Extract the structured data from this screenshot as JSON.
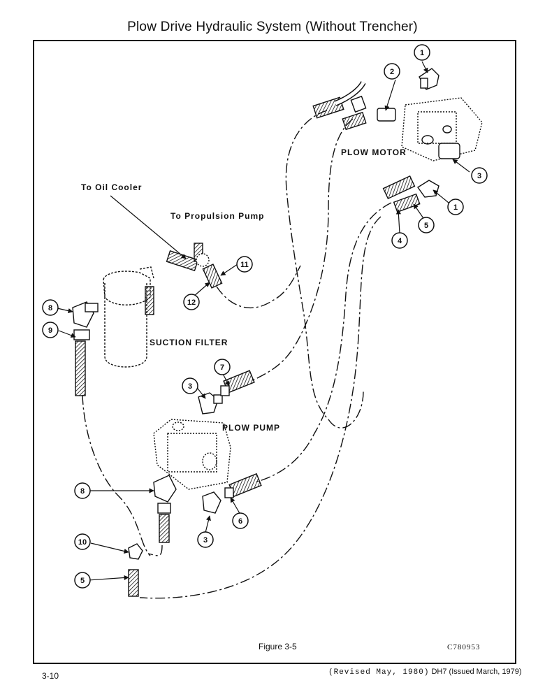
{
  "title": "Plow Drive Hydraulic System (Without Trencher)",
  "labels": {
    "plow_motor": "PLOW MOTOR",
    "to_oil_cooler": "To Oil Cooler",
    "to_propulsion_pump": "To Propulsion Pump",
    "suction_filter": "SUCTION FILTER",
    "plow_pump": "PLOW PUMP"
  },
  "callouts": [
    "1",
    "2",
    "3",
    "1",
    "5",
    "4",
    "11",
    "12",
    "8",
    "9",
    "7",
    "3",
    "8",
    "6",
    "3",
    "10",
    "5"
  ],
  "figure_caption": "Figure 3-5",
  "figure_code": "C780953",
  "footer": {
    "page_number": "3-10",
    "revised": "(Revised May, 1980)",
    "issued": "DH7 (Issued March, 1979)"
  }
}
